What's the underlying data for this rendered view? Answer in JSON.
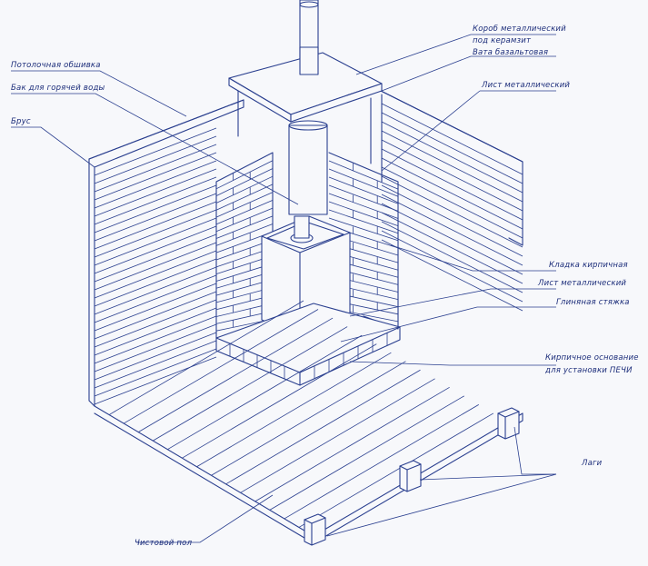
{
  "labels": {
    "ceiling_lining": "Потолочная обшивка",
    "hot_water_tank": "Бак для горячей воды",
    "beam": "Брус",
    "metal_box_line1": "Короб металлический",
    "metal_box_line2": "под керамзит",
    "basalt_wool": "Вата базальтовая",
    "metal_sheet_top": "Лист металлический",
    "brickwork": "Кладка кирпичная",
    "metal_sheet_mid": "Лист металлический",
    "clay_screed": "Глиняная стяжка",
    "brick_base_line1": "Кирпичное основание",
    "brick_base_line2": "для установки ПЕЧИ",
    "joists": "Лаги",
    "finish_floor": "Чистовой пол"
  },
  "colors": {
    "ink": "#2a3f8f",
    "paper": "#f7f8fb"
  }
}
